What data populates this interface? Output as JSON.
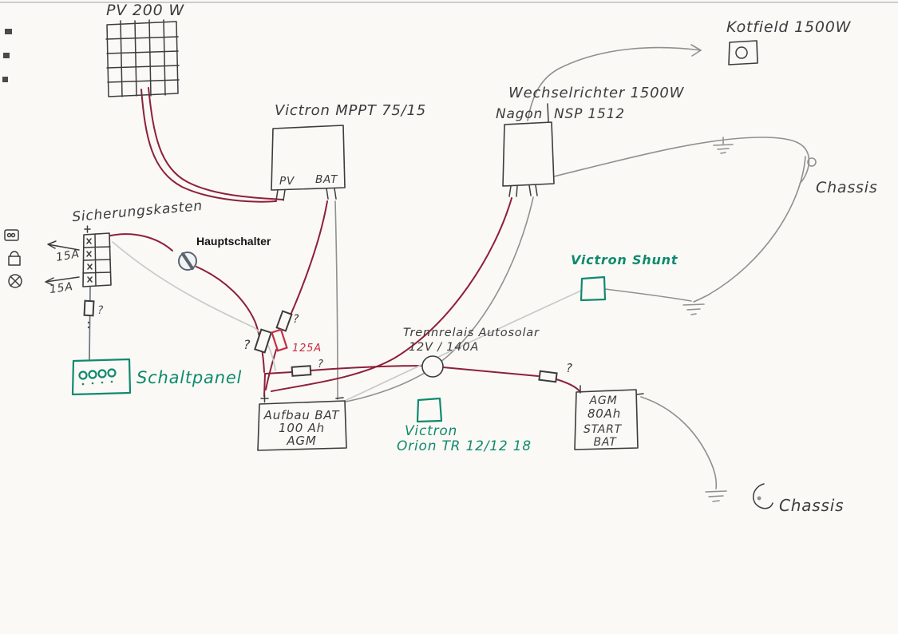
{
  "colors": {
    "paper": "#faf9f6",
    "ink": "#3c3c3c",
    "wire_positive_red": "#8e2039",
    "wire_negative_gray": "#909090",
    "wire_light_gray": "#c9c9c9",
    "marker_green": "#0f8a6e",
    "fuse_red": "#c22f45",
    "annotation_blue_gray": "#4a5560"
  },
  "labels": {
    "pv_panel": "PV 200 W",
    "mppt_title": "Victron MPPT 75/15",
    "mppt_terminal_pv": "PV",
    "mppt_terminal_bat": "BAT",
    "inverter_title": "Wechselrichter 1500W",
    "inverter_brand": "Nagon",
    "inverter_model": "NSP 1512",
    "kotfield": "Kotfield 1500W",
    "chassis_top": "Chassis",
    "chassis_bottom": "Chassis",
    "fusebox_title": "Sicherungskasten",
    "fuse_15a_upper": "15A",
    "fuse_15a_lower": "15A",
    "main_switch": "Hauptschalter",
    "schaltpanel": "Schaltpanel",
    "shunt": "Victron Shunt",
    "relay_name": "Trennrelais Autosolar",
    "relay_rating": "12V / 140A",
    "orion_brand": "Victron",
    "orion_model": "Orion TR 12/12 18",
    "house_battery_name": "Aufbau BAT",
    "house_battery_capacity": "100 Ah",
    "house_battery_type": "AGM",
    "starter_battery_type": "AGM",
    "starter_battery_capacity": "80Ah",
    "starter_battery_name1": "START",
    "starter_battery_name2": "BAT",
    "fuse_125a": "125A",
    "question_mark": "?"
  }
}
